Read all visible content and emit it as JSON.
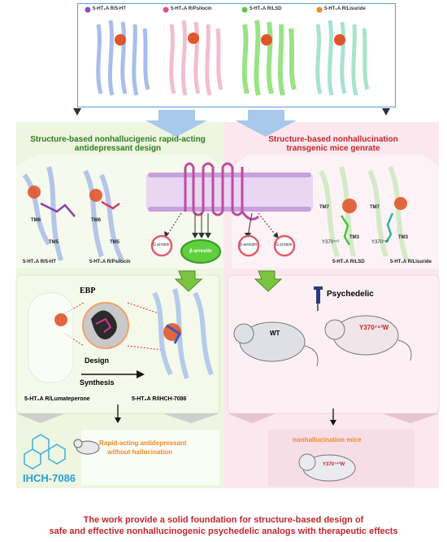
{
  "top_panels": [
    {
      "label": "5-HT₁A R/5-HT"
    },
    {
      "label": "5-HT₁A R/Psilocin"
    },
    {
      "label": "5-HT₁A R/LSD"
    },
    {
      "label": "5-HT₁A R/Lisuride"
    }
  ],
  "left": {
    "title_line1": "Structure-based nonhallucigenic rapid-acting",
    "title_line2": "antidepressant design",
    "tm6_a": "TM6",
    "tm5_a": "TM5",
    "tm6_b": "TM6",
    "tm5_b": "TM5",
    "sub1": "5-HT₁A R/5-HT",
    "sub2": "5-HT₁A R/Psilocin",
    "g_protein": "G protein",
    "beta_arrestin": "β-arrestin",
    "ebp": "EBP",
    "design": "Design",
    "synthesis": "Synthesis",
    "lumateperone": "5-HT₂A R/Lumateperone",
    "ihch_complex": "5-HT₂A R/IHCH-7086",
    "outcome_line1": "Rapid-acting antidepressant",
    "outcome_line2": "without hallucination",
    "compound": "IHCH-7086"
  },
  "right": {
    "title_line1": "Structure-based nonhallucination",
    "title_line2": "transgenic mice genrate",
    "beta_arrestin": "β-arrestin",
    "g_protein": "G protein",
    "tm7_a": "TM7",
    "tm3_a": "TM3",
    "y_a": "Y370⁷⁴³",
    "tm7_b": "TM7",
    "tm3_b": "TM3",
    "y_b": "Y370⁷⁴³",
    "sub1": "5-HT₁A R/LSD",
    "sub2": "5-HT₁A R/Lisuride",
    "psychedelic": "Psychedelic",
    "wt": "WT",
    "mutant": "Y370⁷⁴³W",
    "outcome": "nonhallucination mice",
    "mouse_label": "Y370⁷⁴³W"
  },
  "bottom_line1": "The work provide a solid foundation for structure-based design of",
  "bottom_line2": "safe and effective nonhallucinogenic psychedelic analogs with therapeutic effects",
  "colors": {
    "green_title": "#2e7d1f",
    "red_title": "#c3272b",
    "orange": "#f08a24",
    "blue_compound": "#2a9fd8",
    "membrane": "#c9a0dc",
    "green_panel": "#eef5e0",
    "pink_panel": "#fbe8ef"
  }
}
